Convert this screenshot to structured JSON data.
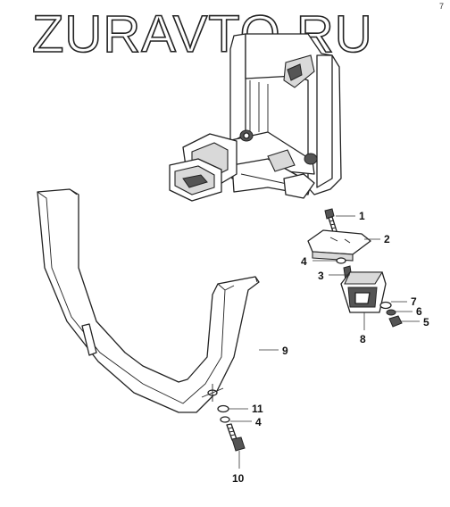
{
  "watermark": "ZURAVTO.RU",
  "corner_mark": "7",
  "callouts": [
    {
      "id": "callout-1",
      "label": "1"
    },
    {
      "id": "callout-2",
      "label": "2"
    },
    {
      "id": "callout-3",
      "label": "3"
    },
    {
      "id": "callout-4a",
      "label": "4"
    },
    {
      "id": "callout-4b",
      "label": "4"
    },
    {
      "id": "callout-5",
      "label": "5"
    },
    {
      "id": "callout-6",
      "label": "6"
    },
    {
      "id": "callout-7",
      "label": "7"
    },
    {
      "id": "callout-8",
      "label": "8"
    },
    {
      "id": "callout-9",
      "label": "9"
    },
    {
      "id": "callout-10",
      "label": "10"
    },
    {
      "id": "callout-11",
      "label": "11"
    }
  ]
}
